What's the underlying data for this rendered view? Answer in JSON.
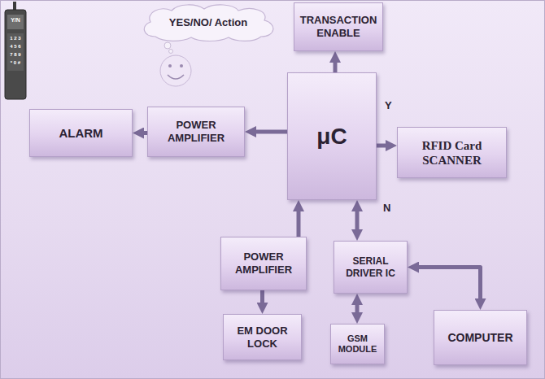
{
  "diagram": {
    "nodes": [
      {
        "text": [
          "YES/NO/ Action"
        ]
      },
      {
        "text": [
          "TRANSACTION ENABLE"
        ]
      },
      {
        "text": [
          "ALARM"
        ]
      },
      {
        "text": [
          "POWER AMPLIFIER"
        ]
      },
      {
        "text": [
          "μC"
        ]
      },
      {
        "text": [
          "RFID Card SCANNER"
        ]
      },
      {
        "text": [
          "POWER AMPLIFIER"
        ]
      },
      {
        "text": [
          "SERIAL DRIVER IC"
        ]
      },
      {
        "text": [
          "EM DOOR LOCK"
        ]
      },
      {
        "text": [
          "GSM MODULE"
        ]
      },
      {
        "text": [
          "COMPUTER"
        ]
      }
    ],
    "edges": [
      {
        "from": 4,
        "to": 1,
        "arrow": "to"
      },
      {
        "from": 4,
        "to": 3,
        "arrow": "to"
      },
      {
        "from": 3,
        "to": 2,
        "arrow": "to"
      },
      {
        "from": 4,
        "to": 5,
        "arrow": "to"
      },
      {
        "from": 6,
        "to": 4,
        "arrow": "to"
      },
      {
        "from": 6,
        "to": 8,
        "arrow": "to"
      },
      {
        "from": 4,
        "to": 7,
        "arrow": "both"
      },
      {
        "from": 7,
        "to": 9,
        "arrow": "both"
      },
      {
        "from": 7,
        "to": 10,
        "arrow": "both"
      }
    ],
    "labels": [
      "Y",
      "N",
      "Y/N",
      "1 2 3",
      "4 5 6",
      "7 8 9",
      "* 0 #"
    ]
  }
}
